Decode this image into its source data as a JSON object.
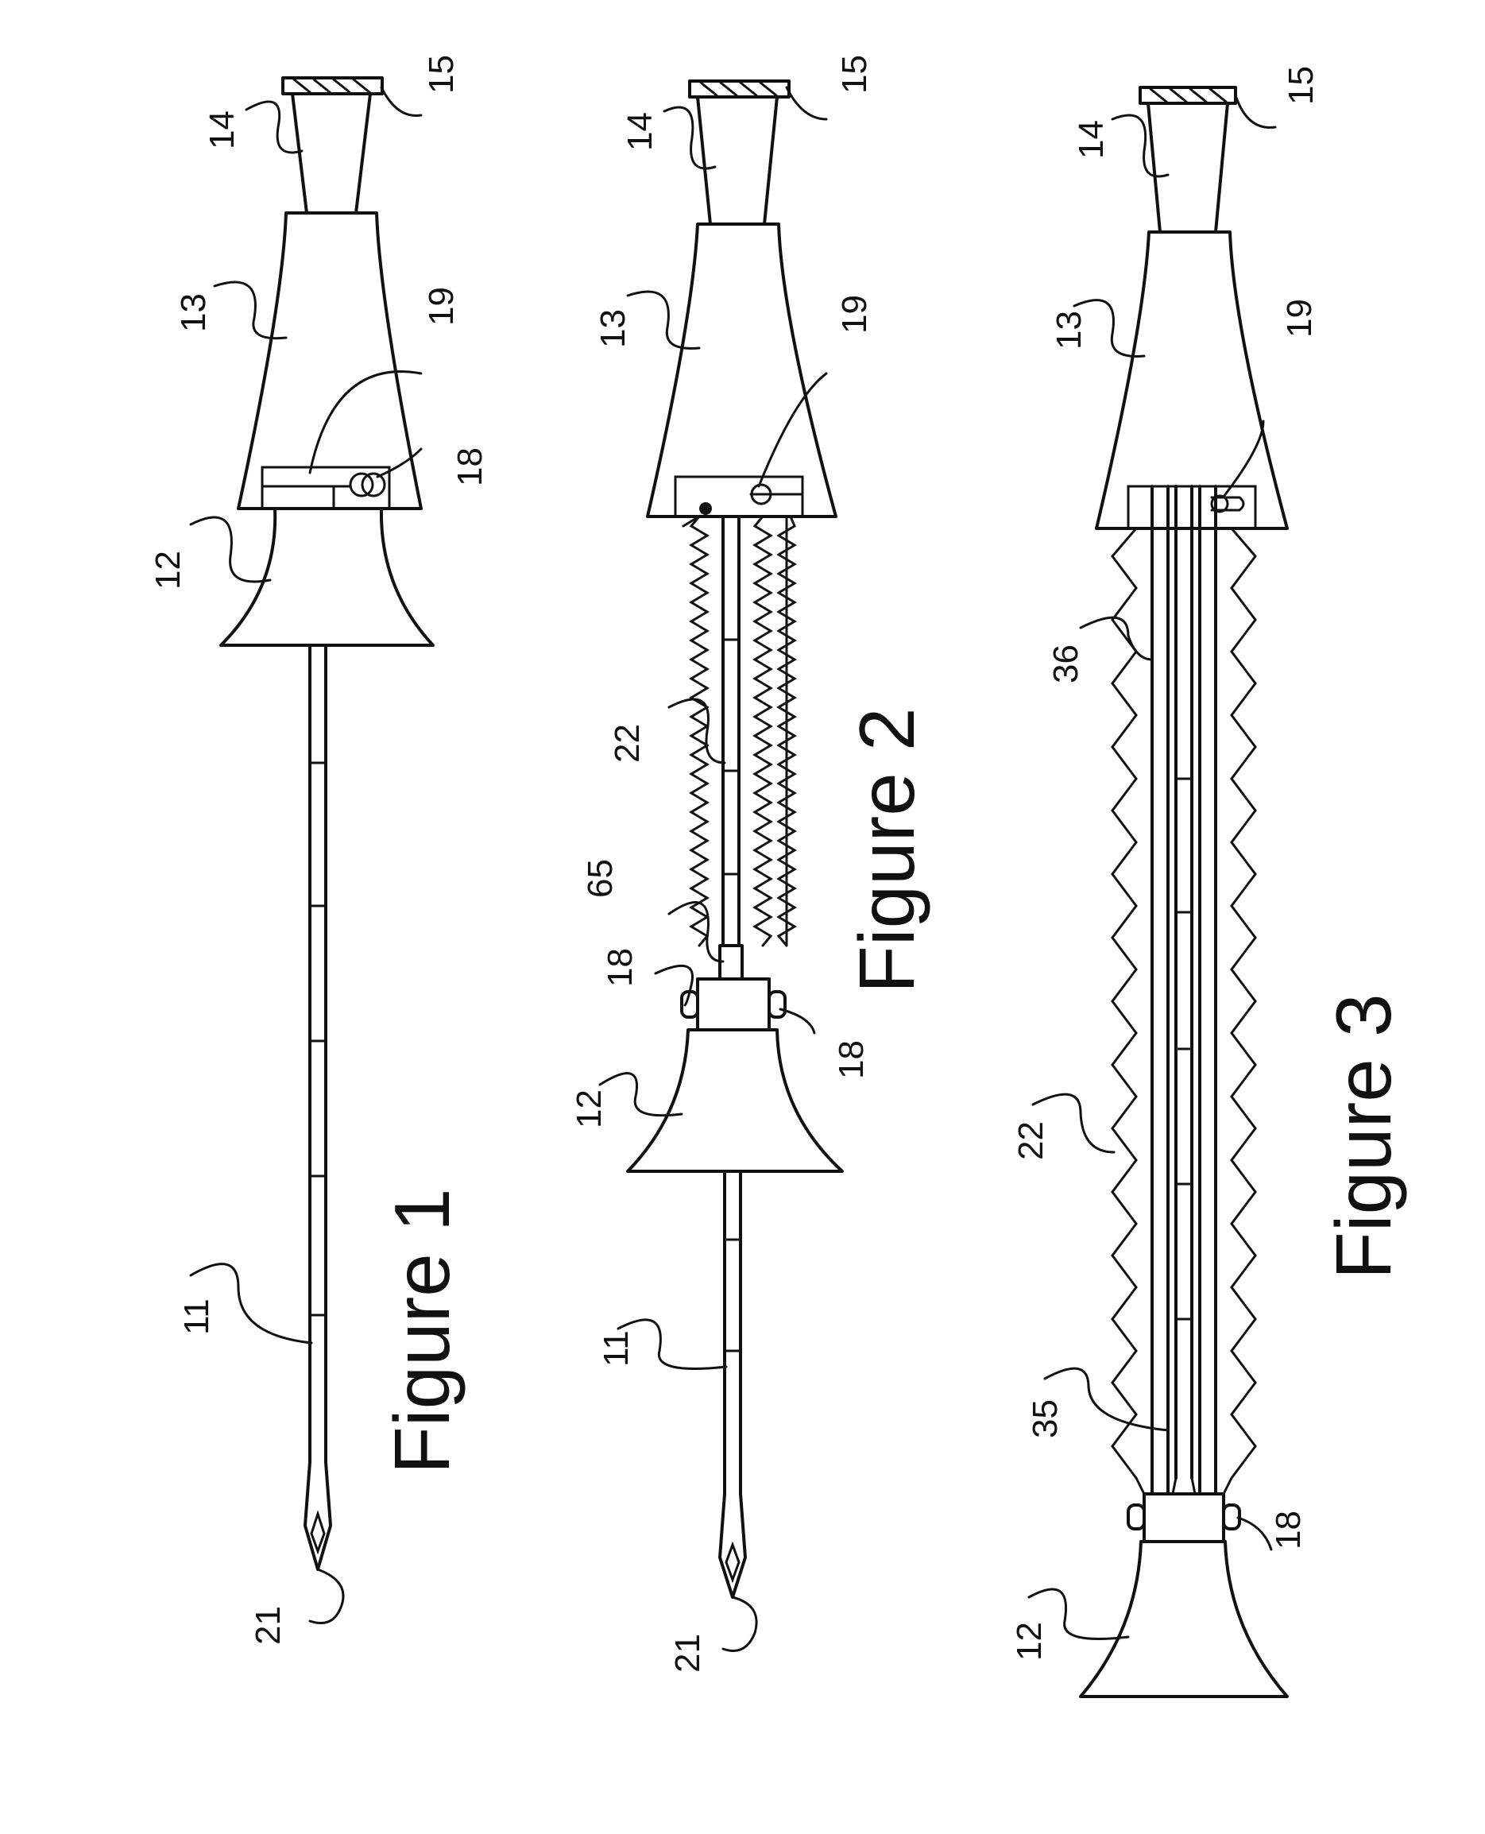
{
  "figures": [
    {
      "caption": "Figure 1",
      "refs": {
        "r11": "11",
        "r12": "12",
        "r13": "13",
        "r14": "14",
        "r15": "15",
        "r18": "18",
        "r19": "19",
        "r21": "21"
      }
    },
    {
      "caption": "Figure 2",
      "refs": {
        "r11": "11",
        "r12": "12",
        "r13": "13",
        "r14": "14",
        "r15": "15",
        "r18a": "18",
        "r18b": "18",
        "r19": "19",
        "r21": "21",
        "r22": "22",
        "r65": "65"
      }
    },
    {
      "caption": "Figure 3",
      "refs": {
        "r12": "12",
        "r13": "13",
        "r14": "14",
        "r15": "15",
        "r18": "18",
        "r19": "19",
        "r22": "22",
        "r35": "35",
        "r36": "36"
      }
    }
  ]
}
